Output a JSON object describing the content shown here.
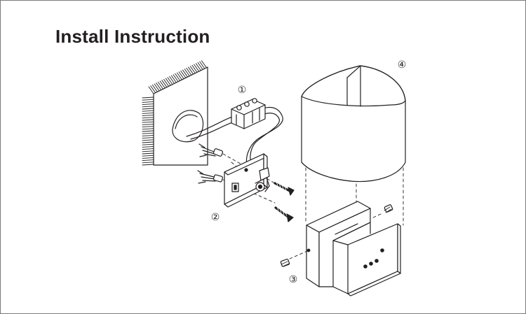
{
  "title": "Install Instruction",
  "steps": [
    {
      "marker": "①"
    },
    {
      "marker": "②"
    },
    {
      "marker": "③"
    },
    {
      "marker": "④"
    }
  ],
  "colors": {
    "line": "#231f20",
    "background": "#ffffff",
    "frame": "#7a7a7a"
  }
}
